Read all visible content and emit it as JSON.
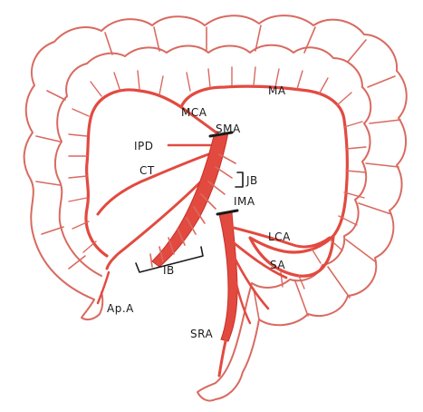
{
  "colors": {
    "vessel": "#e24a40",
    "vessel_dark": "#c72f27",
    "bowel": "#d96a60",
    "ink": "#1a1a1a",
    "background": "#ffffff"
  },
  "labels": {
    "ma": "MA",
    "mca": "MCA",
    "sma": "SMA",
    "ipd": "IPD",
    "ct": "CT",
    "jb": "JB",
    "ima": "IMA",
    "lca": "LCA",
    "ib": "IB",
    "sa": "SA",
    "apa": "Ap.A",
    "sra": "SRA"
  }
}
